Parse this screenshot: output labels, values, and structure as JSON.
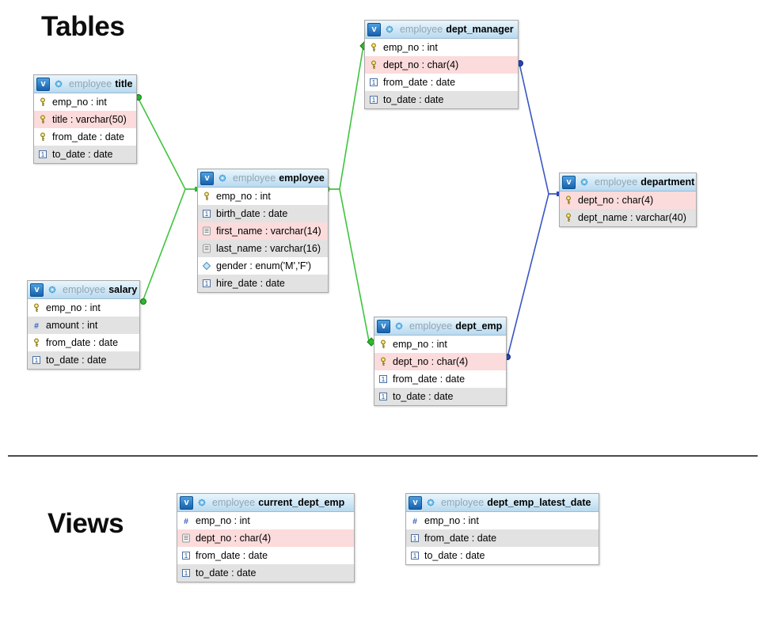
{
  "sections": {
    "tables_heading": "Tables",
    "views_heading": "Views"
  },
  "diagram": {
    "schema_name": "employee",
    "colors": {
      "relation_green": "#3ec43e",
      "relation_blue": "#3a55c4",
      "row_pink": "#fbdbdb",
      "row_gray": "#e2e2e2",
      "header_blue": "#cfe7f6"
    },
    "icons": {
      "badge_letter": "v",
      "header_gear": "gear-icon",
      "key": "primary-key-icon",
      "date": "date-icon",
      "text": "text-icon",
      "enum": "enum-icon",
      "num": "numeric-icon"
    },
    "tables": [
      {
        "name": "title",
        "kind": "table",
        "schema": "employee",
        "columns": [
          {
            "label": "emp_no : int",
            "icon": "key",
            "bg": "white"
          },
          {
            "label": "title : varchar(50)",
            "icon": "key",
            "bg": "pink"
          },
          {
            "label": "from_date : date",
            "icon": "key",
            "bg": "white"
          },
          {
            "label": "to_date : date",
            "icon": "date",
            "bg": "gray"
          }
        ]
      },
      {
        "name": "employee",
        "kind": "table",
        "schema": "employee",
        "columns": [
          {
            "label": "emp_no : int",
            "icon": "key",
            "bg": "white"
          },
          {
            "label": "birth_date : date",
            "icon": "date",
            "bg": "gray"
          },
          {
            "label": "first_name : varchar(14)",
            "icon": "text",
            "bg": "pink"
          },
          {
            "label": "last_name : varchar(16)",
            "icon": "text",
            "bg": "gray"
          },
          {
            "label": "gender : enum('M','F')",
            "icon": "enum",
            "bg": "white"
          },
          {
            "label": "hire_date : date",
            "icon": "date",
            "bg": "gray"
          }
        ]
      },
      {
        "name": "dept_manager",
        "kind": "table",
        "schema": "employee",
        "columns": [
          {
            "label": "emp_no : int",
            "icon": "key",
            "bg": "white"
          },
          {
            "label": "dept_no : char(4)",
            "icon": "key",
            "bg": "pink"
          },
          {
            "label": "from_date : date",
            "icon": "date",
            "bg": "white"
          },
          {
            "label": "to_date : date",
            "icon": "date",
            "bg": "gray"
          }
        ]
      },
      {
        "name": "department",
        "kind": "table",
        "schema": "employee",
        "columns": [
          {
            "label": "dept_no : char(4)",
            "icon": "key",
            "bg": "pink"
          },
          {
            "label": "dept_name : varchar(40)",
            "icon": "key",
            "bg": "gray"
          }
        ]
      },
      {
        "name": "salary",
        "kind": "table",
        "schema": "employee",
        "columns": [
          {
            "label": "emp_no : int",
            "icon": "key",
            "bg": "white"
          },
          {
            "label": "amount : int",
            "icon": "num",
            "bg": "gray"
          },
          {
            "label": "from_date : date",
            "icon": "key",
            "bg": "white"
          },
          {
            "label": "to_date : date",
            "icon": "date",
            "bg": "gray"
          }
        ]
      },
      {
        "name": "dept_emp",
        "kind": "table",
        "schema": "employee",
        "columns": [
          {
            "label": "emp_no : int",
            "icon": "key",
            "bg": "white"
          },
          {
            "label": "dept_no : char(4)",
            "icon": "key",
            "bg": "pink"
          },
          {
            "label": "from_date : date",
            "icon": "date",
            "bg": "white"
          },
          {
            "label": "to_date : date",
            "icon": "date",
            "bg": "gray"
          }
        ]
      },
      {
        "name": "current_dept_emp",
        "kind": "view",
        "schema": "employee",
        "columns": [
          {
            "label": "emp_no : int",
            "icon": "num",
            "bg": "white"
          },
          {
            "label": "dept_no : char(4)",
            "icon": "text",
            "bg": "pink"
          },
          {
            "label": "from_date : date",
            "icon": "date",
            "bg": "white"
          },
          {
            "label": "to_date : date",
            "icon": "date",
            "bg": "gray"
          }
        ]
      },
      {
        "name": "dept_emp_latest_date",
        "kind": "view",
        "schema": "employee",
        "columns": [
          {
            "label": "emp_no : int",
            "icon": "num",
            "bg": "white"
          },
          {
            "label": "from_date : date",
            "icon": "date",
            "bg": "gray"
          },
          {
            "label": "to_date : date",
            "icon": "date",
            "bg": "white"
          }
        ]
      }
    ],
    "relationships": [
      {
        "from": "title.emp_no",
        "to": "employee.emp_no",
        "color": "#3ec43e"
      },
      {
        "from": "salary.emp_no",
        "to": "employee.emp_no",
        "color": "#3ec43e"
      },
      {
        "from": "employee.emp_no",
        "to": "dept_manager.emp_no",
        "color": "#3ec43e"
      },
      {
        "from": "employee.emp_no",
        "to": "dept_emp.emp_no",
        "color": "#3ec43e"
      },
      {
        "from": "dept_manager.dept_no",
        "to": "department.dept_no",
        "color": "#3a55c4"
      },
      {
        "from": "dept_emp.dept_no",
        "to": "department.dept_no",
        "color": "#3a55c4"
      }
    ]
  }
}
